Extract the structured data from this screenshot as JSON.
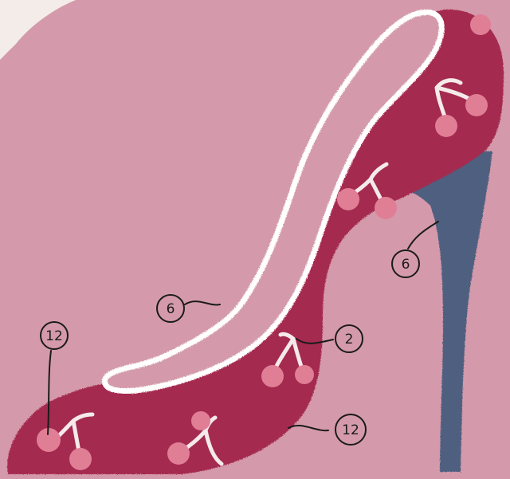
{
  "colors": {
    "background": "#d49aab",
    "shoe_body": "#a5294f",
    "shoe_lining_outline": "#ffffff",
    "heel": "#4f5e80",
    "cherry": "#e07e96",
    "stem": "#f4eaec",
    "ink": "#1b1b1b"
  },
  "labels": {
    "toe_number": "12",
    "inner_lining_number": "6",
    "heel_number": "6",
    "stem_number": "2",
    "body_number": "12"
  }
}
